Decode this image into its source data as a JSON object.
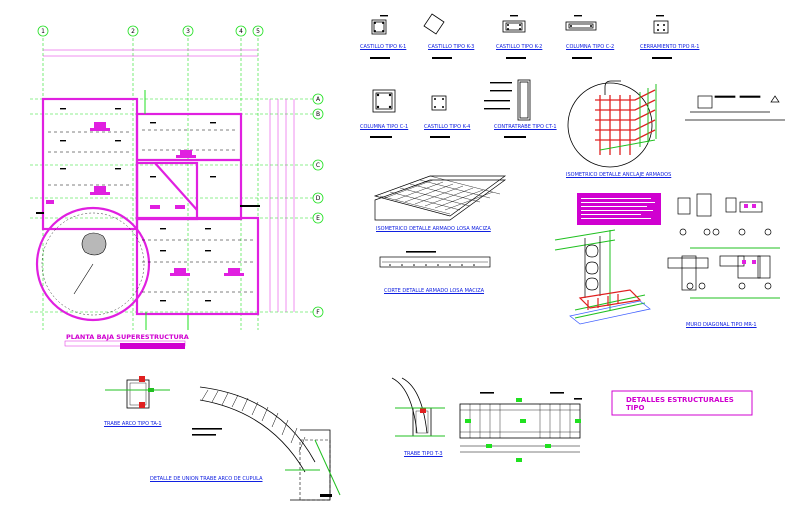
{
  "grid_axes": {
    "columns": [
      "1",
      "2",
      "3",
      "4",
      "5"
    ],
    "rows": [
      "A",
      "B",
      "C",
      "D",
      "E",
      "F"
    ]
  },
  "labels": {
    "plan_title": "PLANTA BAJA SUPERESTRUCTURA",
    "castillo_k1": "CASTILLO TIPO K-1",
    "castillo_k2": "CASTILLO TIPO K-2",
    "castillo_k3": "CASTILLO TIPO K-3",
    "columna_c2": "COLUMNA TIPO C-2",
    "cerramiento_r1": "CERRAMIENTO TIPO R-1",
    "columna_c1": "COLUMNA TIPO C-1",
    "castillo_k4": "CASTILLO TIPO K-4",
    "contratrabe_ct1": "CONTRATRABE TIPO CT-1",
    "isometrico_anclaje": "ISOMETRICO DETALLE ANCLAJE ARMADOS",
    "isometrico_losa": "ISOMETRICO DETALLE ARMADO LOSA MACIZA",
    "corte_losa": "CORTE DETALLE ARMADO LOSA MACIZA",
    "muro_mr1": "MURO DIAGONAL TIPO MR-1",
    "trabe_ta1": "TRABE ARCO TIPO TA-1",
    "detalle_union": "DETALLE DE UNION TRABE ARCO DE CUPULA",
    "trabe_t3": "TRABE TIPO T-3",
    "detalles_box_line1": "DETALLES ESTRUCTURALES",
    "detalles_box_line2": "TIPO"
  },
  "colors": {
    "wall": "#e020e0",
    "grid": "#20e020",
    "steel": "#000000",
    "link": "#1020e0",
    "rebar_red": "#e02020",
    "highlight": "#d000d0"
  }
}
